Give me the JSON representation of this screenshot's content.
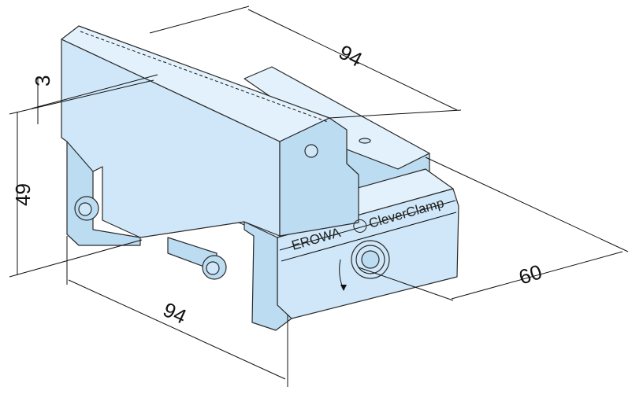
{
  "dimensions": {
    "top_length": "94",
    "jaw_step": "3",
    "height": "49",
    "bottom_length": "94",
    "depth": "60"
  },
  "branding": {
    "maker": "EROWA",
    "product": "CleverClamp"
  },
  "colors": {
    "part_fill": "#cfe7f8",
    "outline": "#2a2a2a"
  }
}
